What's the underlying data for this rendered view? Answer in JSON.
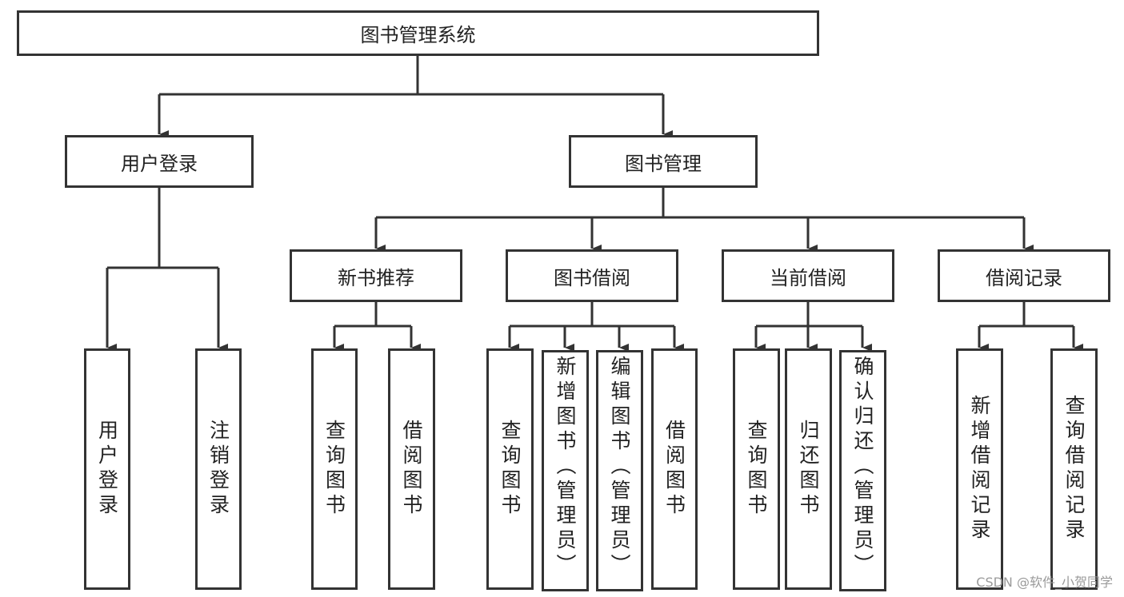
{
  "root": "图书管理系统",
  "level1": [
    "用户登录",
    "图书管理"
  ],
  "level2": [
    "新书推荐",
    "图书借阅",
    "当前借阅",
    "借阅记录"
  ],
  "leaves": {
    "user_login": [
      "用户登录",
      "注销登录"
    ],
    "new_books": [
      "查询图书",
      "借阅图书"
    ],
    "borrow": [
      "查询图书",
      "新增图书（管理员）",
      "编辑图书（管理员）",
      "借阅图书"
    ],
    "current": [
      "查询图书",
      "归还图书",
      "确认归还（管理员）"
    ],
    "records": [
      "新增借阅记录",
      "查询借阅记录"
    ]
  },
  "watermark": "CSDN @软件_小贺同学",
  "colors": {
    "stroke": "#333333",
    "background": "#ffffff"
  }
}
